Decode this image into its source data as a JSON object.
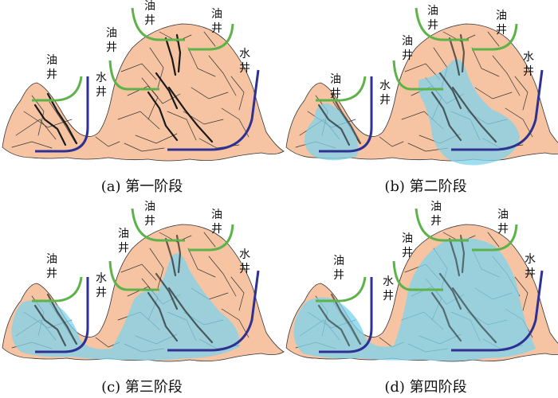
{
  "labels": {
    "oil_well_top": "油",
    "oil_well_bottom": "井",
    "water_well_top": "水",
    "water_well_bottom": "井"
  },
  "panels": [
    {
      "id": "a",
      "caption": "(a) 第一阶段",
      "stage": 1
    },
    {
      "id": "b",
      "caption": "(b) 第二阶段",
      "stage": 2
    },
    {
      "id": "c",
      "caption": "(c) 第三阶段",
      "stage": 3
    },
    {
      "id": "d",
      "caption": "(d) 第四阶段",
      "stage": 4
    }
  ],
  "colors": {
    "rock": "#F6C4A2",
    "rock_edge": "#333333",
    "fracture_major": "#1a1a1a",
    "fracture_minor": "#333333",
    "oil_well": "#5DB349",
    "water_well": "#2E3192",
    "water_flood": "#7FD3EC"
  }
}
